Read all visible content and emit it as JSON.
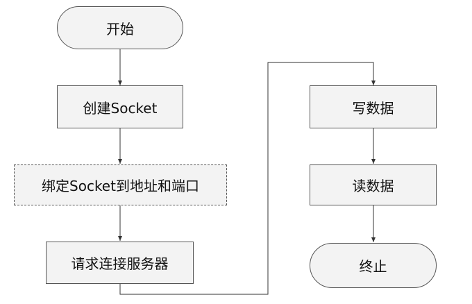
{
  "nodes": {
    "start": "开始",
    "create_socket": "创建Socket",
    "bind": "绑定Socket到地址和端口",
    "request": "请求连接服务器",
    "write": "写数据",
    "read": "读数据",
    "end": "终止"
  }
}
